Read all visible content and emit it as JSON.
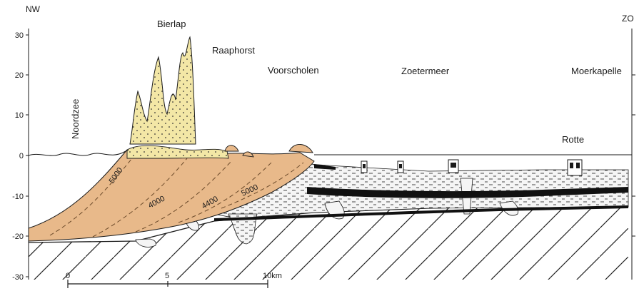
{
  "corners": {
    "left": "NW",
    "right": "ZO"
  },
  "y_axis": {
    "ticks": [
      "30",
      "20",
      "10",
      "0",
      "-10",
      "-20",
      "-30"
    ]
  },
  "places": {
    "noordzee": "Noordzee",
    "bierlap": "Bierlap",
    "raaphorst": "Raaphorst",
    "voorscholen": "Voorscholen",
    "zoetermeer": "Zoetermeer",
    "moerkapelle": "Moerkapelle",
    "rotte": "Rotte"
  },
  "age_contours": [
    "5000",
    "4000",
    "4400",
    "5000"
  ],
  "scale_bar": {
    "start": "0",
    "mid": "5",
    "end": "10km"
  },
  "colors": {
    "barrier_sand": "#e8b98a",
    "dune_sand": "#f3e7a6",
    "clay": "#f4f4f4",
    "peat": "#111111",
    "outline": "#1a1a1a"
  }
}
